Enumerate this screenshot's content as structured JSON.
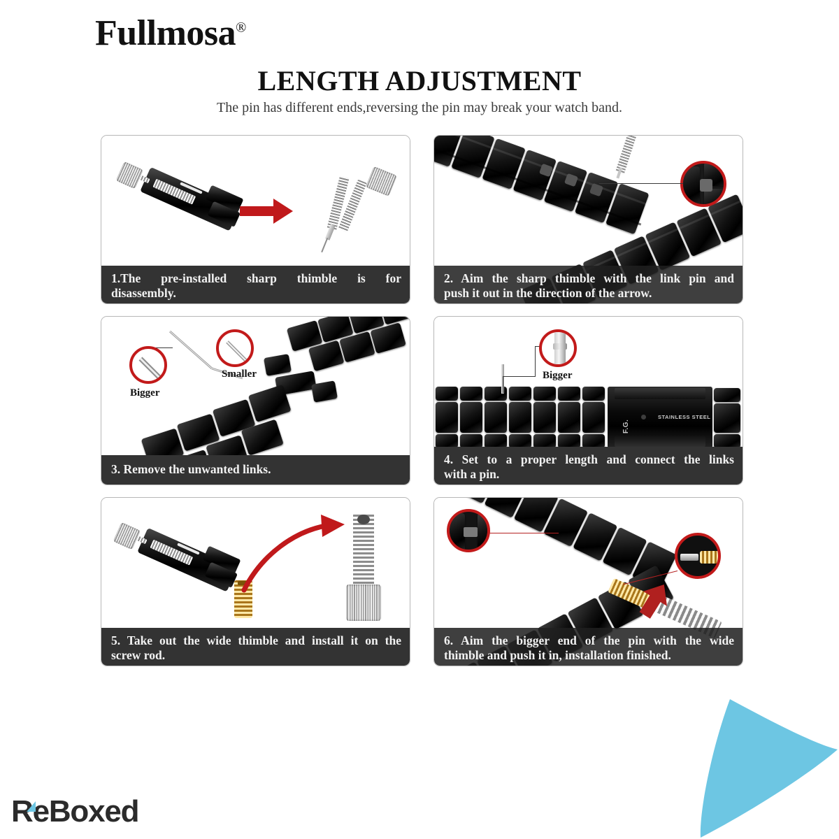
{
  "brand": {
    "name": "Fullmosa",
    "trademark": "®"
  },
  "header": {
    "title": "LENGTH ADJUSTMENT",
    "subtitle": "The pin has different ends,reversing the pin may break your watch band."
  },
  "colors": {
    "accent_blue": "#6DC6E3",
    "callout_red": "#c21a1a",
    "arrow_red": "#c0191b",
    "caption_bg": "#333333",
    "panel_border": "#b7b7b7",
    "gold": "#c8920f"
  },
  "steps": [
    {
      "number": "1",
      "caption_line1": "1.The pre-installed sharp thimble is for",
      "caption_line2": "disassembly.",
      "icons": [
        "link-removal-tool-icon",
        "red-arrow-right-icon",
        "sharp-screw-rod-icon"
      ],
      "labels": []
    },
    {
      "number": "2",
      "caption_line1": "2. Aim the sharp thimble with the link pin and",
      "caption_line2": "push it out in the direction of the arrow.",
      "icons": [
        "crossed-watch-bands-icon",
        "pin-tool-icon",
        "red-circle-callout-icon"
      ],
      "labels": []
    },
    {
      "number": "3",
      "caption_line1": "3. Remove the unwanted links.",
      "caption_line2": "",
      "icons": [
        "link-pin-icon",
        "red-circle-callout-icon",
        "detached-links-icon"
      ],
      "labels": [
        "Bigger",
        "Smaller"
      ]
    },
    {
      "number": "4",
      "caption_line1": "4. Set to a proper length and connect the links",
      "caption_line2": "with a pin.",
      "icons": [
        "watch-band-clasp-icon",
        "link-pin-icon",
        "red-circle-callout-icon"
      ],
      "labels": [
        "Bigger"
      ],
      "engraved": {
        "mark": "F.G.",
        "material": "STAINLESS STEEL"
      }
    },
    {
      "number": "5",
      "caption_line1": "5. Take out the wide thimble and install it on the",
      "caption_line2": "screw rod.",
      "icons": [
        "link-removal-tool-icon",
        "gold-wide-thimble-icon",
        "curved-red-arrow-icon",
        "screw-rod-icon"
      ],
      "labels": []
    },
    {
      "number": "6",
      "caption_line1": "6. Aim the bigger end of the pin with the wide",
      "caption_line2": "thimble and push it in, installation finished.",
      "icons": [
        "crossed-watch-bands-icon",
        "gold-thimble-icon",
        "screw-rod-icon",
        "red-arrow-up-icon",
        "red-circle-callout-icon"
      ],
      "labels": []
    }
  ],
  "footer": {
    "logo_text": "ReBoxed"
  }
}
